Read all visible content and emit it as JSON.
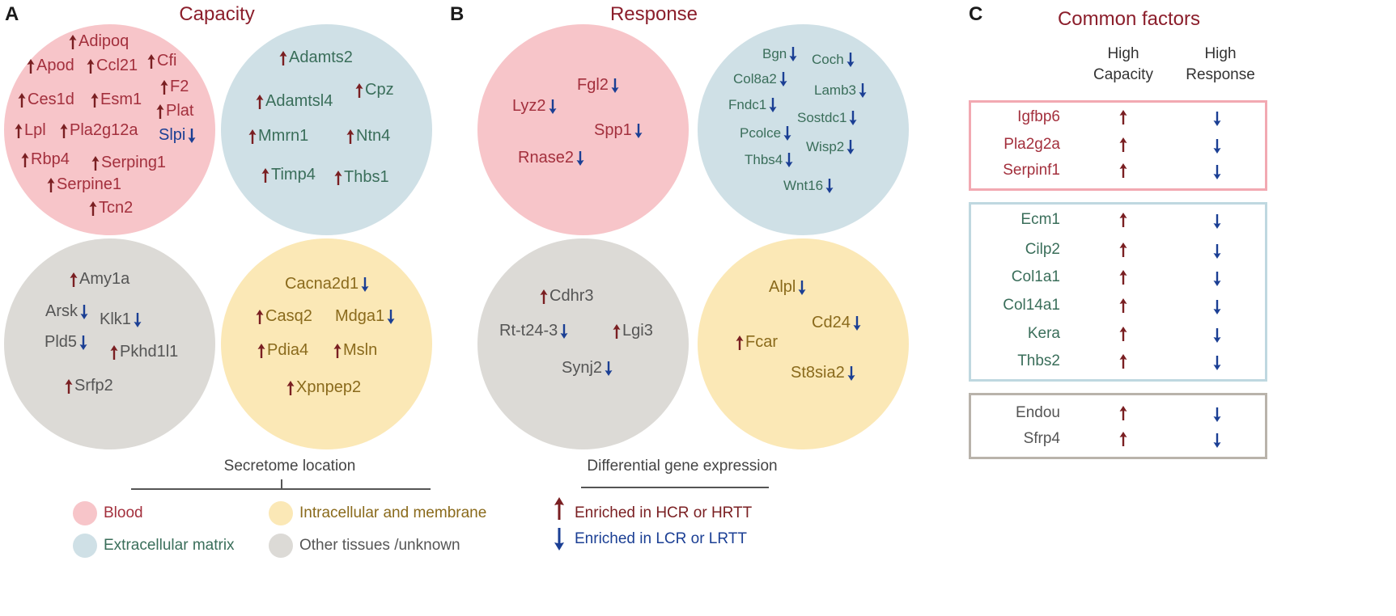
{
  "panels": {
    "a": {
      "label": "A",
      "title": "Capacity"
    },
    "b": {
      "label": "B",
      "title": "Response"
    },
    "c": {
      "label": "C",
      "title": "Common factors"
    }
  },
  "capacity": {
    "blood": [
      {
        "name": "Adipoq",
        "dir": "up"
      },
      {
        "name": "Apod",
        "dir": "up"
      },
      {
        "name": "Ccl21",
        "dir": "up"
      },
      {
        "name": "Cfi",
        "dir": "up"
      },
      {
        "name": "F2",
        "dir": "up"
      },
      {
        "name": "Ces1d",
        "dir": "up"
      },
      {
        "name": "Esm1",
        "dir": "up"
      },
      {
        "name": "Plat",
        "dir": "up"
      },
      {
        "name": "Lpl",
        "dir": "up"
      },
      {
        "name": "Pla2g12a",
        "dir": "up"
      },
      {
        "name": "Slpi",
        "dir": "down"
      },
      {
        "name": "Rbp4",
        "dir": "up"
      },
      {
        "name": "Serping1",
        "dir": "up"
      },
      {
        "name": "Serpine1",
        "dir": "up"
      },
      {
        "name": "Tcn2",
        "dir": "up"
      }
    ],
    "ecm": [
      {
        "name": "Adamts2",
        "dir": "up"
      },
      {
        "name": "Adamtsl4",
        "dir": "up"
      },
      {
        "name": "Cpz",
        "dir": "up"
      },
      {
        "name": "Mmrn1",
        "dir": "up"
      },
      {
        "name": "Ntn4",
        "dir": "up"
      },
      {
        "name": "Timp4",
        "dir": "up"
      },
      {
        "name": "Thbs1",
        "dir": "up"
      }
    ],
    "other": [
      {
        "name": "Amy1a",
        "dir": "up"
      },
      {
        "name": "Arsk",
        "dir": "down"
      },
      {
        "name": "Klk1",
        "dir": "down"
      },
      {
        "name": "Pld5",
        "dir": "down"
      },
      {
        "name": "Pkhd1l1",
        "dir": "up"
      },
      {
        "name": "Srfp2",
        "dir": "up"
      }
    ],
    "intra": [
      {
        "name": "Cacna2d1",
        "dir": "down"
      },
      {
        "name": "Casq2",
        "dir": "up"
      },
      {
        "name": "Mdga1",
        "dir": "down"
      },
      {
        "name": "Pdia4",
        "dir": "up"
      },
      {
        "name": "Msln",
        "dir": "up"
      },
      {
        "name": "Xpnpep2",
        "dir": "up"
      }
    ]
  },
  "response": {
    "blood": [
      {
        "name": "Fgl2",
        "dir": "down"
      },
      {
        "name": "Lyz2",
        "dir": "down"
      },
      {
        "name": "Spp1",
        "dir": "down"
      },
      {
        "name": "Rnase2",
        "dir": "down"
      }
    ],
    "ecm": [
      {
        "name": "Bgn",
        "dir": "down"
      },
      {
        "name": "Coch",
        "dir": "down"
      },
      {
        "name": "Col8a2",
        "dir": "down"
      },
      {
        "name": "Lamb3",
        "dir": "down"
      },
      {
        "name": "Fndc1",
        "dir": "down"
      },
      {
        "name": "Sostdc1",
        "dir": "down"
      },
      {
        "name": "Pcolce",
        "dir": "down"
      },
      {
        "name": "Wisp2",
        "dir": "down"
      },
      {
        "name": "Thbs4",
        "dir": "down"
      },
      {
        "name": "Wnt16",
        "dir": "down"
      }
    ],
    "other": [
      {
        "name": "Cdhr3",
        "dir": "up"
      },
      {
        "name": "Rt-t24-3",
        "dir": "down"
      },
      {
        "name": "Lgi3",
        "dir": "up"
      },
      {
        "name": "Synj2",
        "dir": "down"
      }
    ],
    "intra": [
      {
        "name": "Alpl",
        "dir": "down"
      },
      {
        "name": "Cd24",
        "dir": "down"
      },
      {
        "name": "Fcar",
        "dir": "up"
      },
      {
        "name": "St8sia2",
        "dir": "down"
      }
    ]
  },
  "legend": {
    "secretome_title": "Secretome location",
    "blood": "Blood",
    "ecm": "Extracellular matrix",
    "intra": "Intracellular and membrane",
    "other": "Other tissues /unknown",
    "dge_title": "Differential gene expression",
    "up": "Enriched in HCR or HRTT",
    "down": "Enriched in LCR or LRTT"
  },
  "common": {
    "col1_line1": "High",
    "col1_line2": "Capacity",
    "col2_line1": "High",
    "col2_line2": "Response",
    "groups": [
      {
        "location": "blood",
        "genes": [
          "Igfbp6",
          "Pla2g2a",
          "Serpinf1"
        ]
      },
      {
        "location": "ecm",
        "genes": [
          "Ecm1",
          "Cilp2",
          "Col1a1",
          "Col14a1",
          "Kera",
          "Thbs2"
        ]
      },
      {
        "location": "other",
        "genes": [
          "Endou",
          "Sfrp4"
        ]
      }
    ]
  },
  "colors": {
    "blood_fill": "#f7c5c9",
    "ecm_fill": "#cfe0e6",
    "other_fill": "#dcdad6",
    "intra_fill": "#fbe8b6",
    "blood_text": "#a3303d",
    "ecm_text": "#3a6e5a",
    "other_text": "#555555",
    "intra_text": "#8a6a1c",
    "up_arrow": "#7a1f22",
    "down_arrow": "#1b3f94",
    "blood_border": "#f2a9b2",
    "ecm_border": "#bfd8e0",
    "other_border": "#b9b3ab"
  }
}
